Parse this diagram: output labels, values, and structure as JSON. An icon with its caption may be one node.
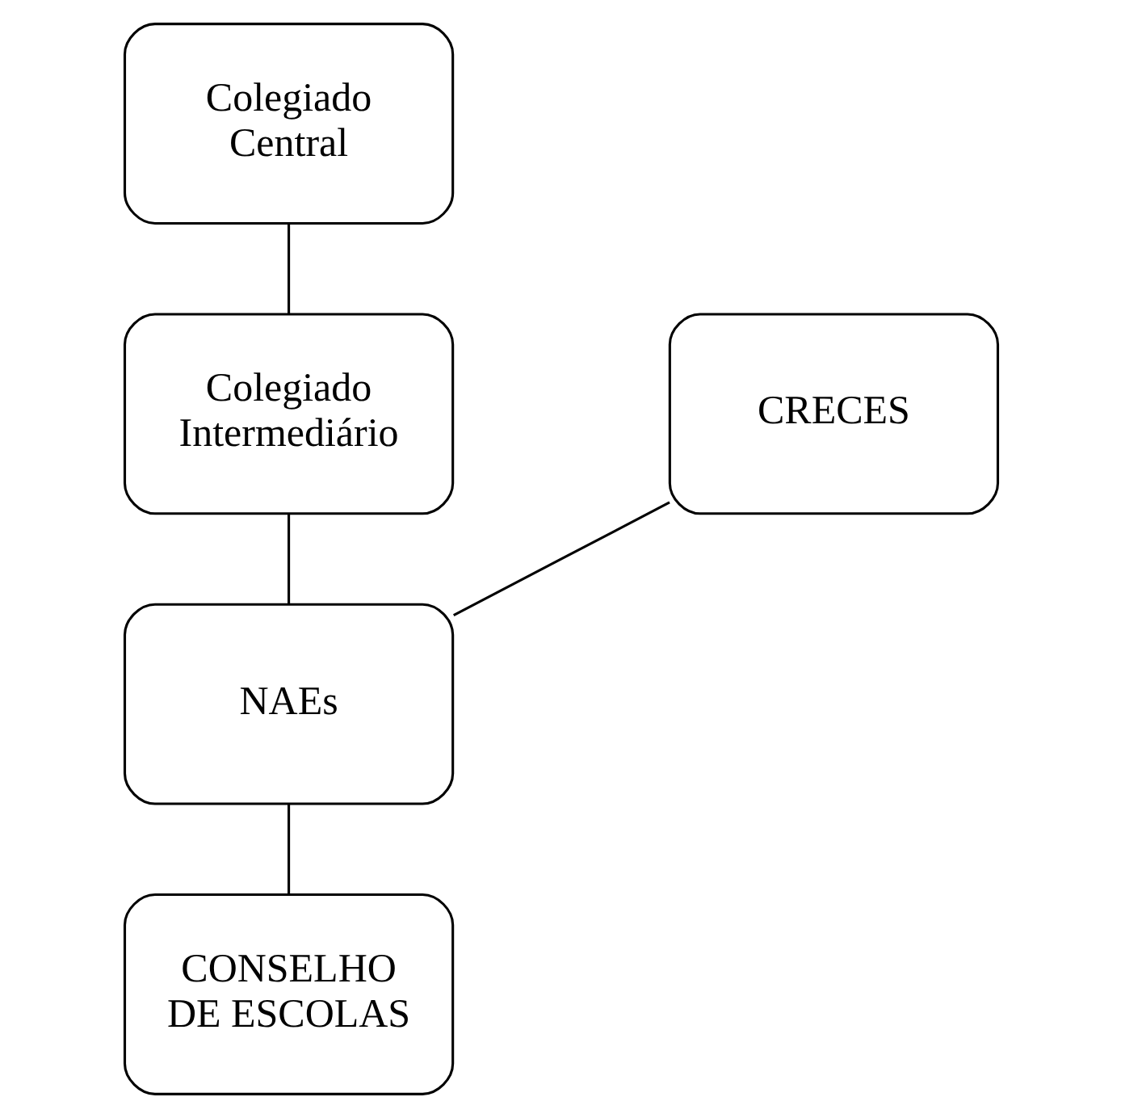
{
  "diagram": {
    "nodes": [
      {
        "text": [
          "Colegiado Central"
        ]
      },
      {
        "text": [
          "Colegiado Intermediário"
        ]
      },
      {
        "text": [
          "CRECES"
        ]
      },
      {
        "text": [
          "NAEs"
        ]
      },
      {
        "text": [
          "CONSELHO DE ESCOLAS"
        ]
      }
    ],
    "edges": [
      {
        "from": 0,
        "to": 1,
        "arrow": "none"
      },
      {
        "from": 1,
        "to": 3,
        "arrow": "none"
      },
      {
        "from": 3,
        "to": 2,
        "arrow": "none"
      },
      {
        "from": 3,
        "to": 4,
        "arrow": "none"
      }
    ]
  }
}
